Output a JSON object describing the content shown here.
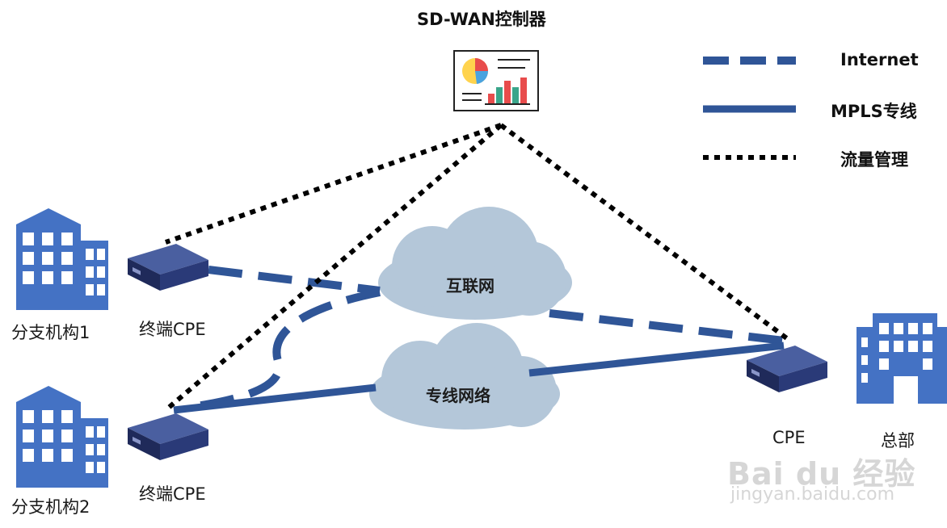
{
  "controller": {
    "title": "SD-WAN控制器"
  },
  "legend": [
    {
      "label": "Internet",
      "style": "dashed"
    },
    {
      "label": "MPLS专线",
      "style": "solid"
    },
    {
      "label": "流量管理",
      "style": "dotted"
    }
  ],
  "clouds": {
    "internet": "互联网",
    "mpls": "专线网络"
  },
  "nodes": {
    "branch1": {
      "name": "分支机构1",
      "device": "终端CPE"
    },
    "branch2": {
      "name": "分支机构2",
      "device": "终端CPE"
    },
    "hq": {
      "name": "总部",
      "device": "CPE"
    }
  },
  "watermark": {
    "logo": "Bai du 经验",
    "url": "jingyan.baidu.com"
  },
  "colors": {
    "line": "#2f5597",
    "building": "#4472c4",
    "cloud": "#b4c7d9",
    "device_top": "#4a5fa0",
    "device_front": "#1f2a5a"
  }
}
